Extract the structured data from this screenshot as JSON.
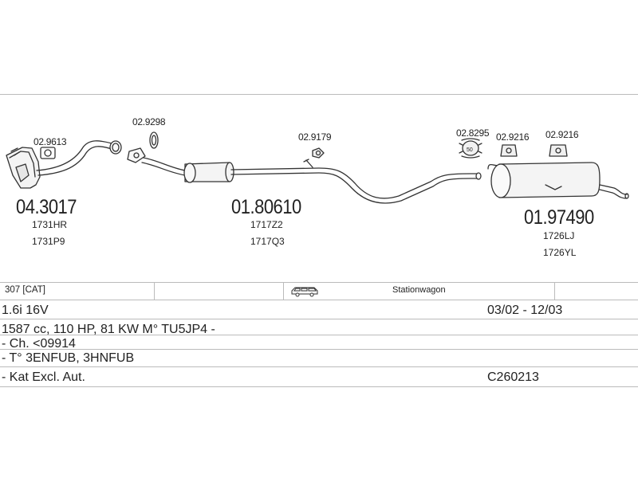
{
  "parts": {
    "clamp_1": "02.9613",
    "catalyst": {
      "number": "04.3017",
      "ref1": "1731HR",
      "ref2": "1731P9"
    },
    "gasket_1": "02.9298",
    "middle_silencer": {
      "number": "01.80610",
      "ref1": "1717Z2",
      "ref2": "1717Q3"
    },
    "hanger_1": "02.9179",
    "clamp_2": "02.8295",
    "rubber_mount_1": "02.9216",
    "rubber_mount_2": "02.9216",
    "rear_silencer": {
      "number": "01.97490",
      "ref1": "1726LJ",
      "ref2": "1726YL"
    },
    "clamp_2_size": "50"
  },
  "vehicle": {
    "model": "307  [CAT]",
    "body_type": "Stationwagon",
    "engine": "1.6i 16V",
    "period": "03/02 - 12/03",
    "spec": "1587 cc, 110 HP, 81 KW M° TU5JP4 -",
    "chassis": "- Ch. <09914",
    "type_code": "- T° 3ENFUB, 3HNFUB",
    "note": "- Kat Excl. Aut.",
    "code": "C260213"
  },
  "icons": {
    "body_icon": "station-wagon-car-icon"
  }
}
